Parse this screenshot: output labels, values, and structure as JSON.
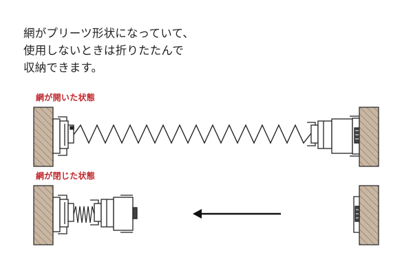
{
  "description": {
    "lines": [
      "網がプリーツ形状になっていて、",
      "使用しないときは折りたたんで",
      "収納できます。"
    ]
  },
  "states": {
    "open_label": "網が開いた状態",
    "closed_label": "網が閉じた状態"
  },
  "colors": {
    "label": "#c0272d",
    "wall": "#c9b7a3",
    "wall_hatch": "#8c7b69",
    "outline": "#222222",
    "text": "#222222"
  },
  "icons": {
    "wall": "hatched-wall-section",
    "frame": "sash-frame-profile",
    "arrow": "left-arrow"
  }
}
